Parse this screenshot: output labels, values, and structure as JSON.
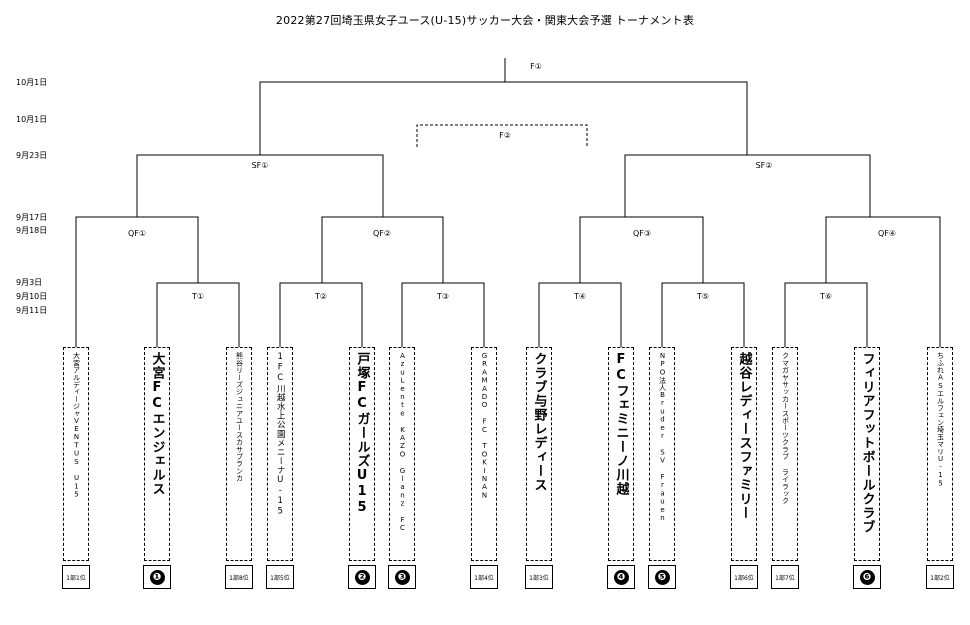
{
  "title": "2022第27回埼玉県女子ユース(U-15)サッカー大会・関東大会予選 トーナメント表",
  "dates": {
    "final": "10月1日",
    "third": "10月1日",
    "sf": "9月23日",
    "qf1": "9月17日",
    "qf2": "9月18日",
    "r1a": "9月3日",
    "r1b": "9月10日",
    "r1c": "9月11日"
  },
  "rounds": {
    "F": "F①",
    "F2": "F②",
    "SF1": "SF①",
    "SF2": "SF②",
    "QF1": "QF①",
    "QF2": "QF②",
    "QF3": "QF③",
    "QF4": "QF④",
    "T1": "T①",
    "T2": "T②",
    "T3": "T③",
    "T4": "T④",
    "T5": "T⑤",
    "T6": "T⑥"
  },
  "teams": [
    {
      "name": "大宮アルディージャVENTUS U15",
      "tag": "1部1位"
    },
    {
      "name": "大宮FCエンジェルス",
      "tag": "❶"
    },
    {
      "name": "熊谷リーズジュニアユースカサブランカ",
      "tag": "1部8位"
    },
    {
      "name": "1FC川越水上公園メニーナU-15",
      "tag": "1部5位"
    },
    {
      "name": "戸塚FCガールズU15",
      "tag": "❷"
    },
    {
      "name": "AzuLente KAZO Glanz FC",
      "tag": "❸"
    },
    {
      "name": "GRAMADO FC TOKINAN",
      "tag": "1部4位"
    },
    {
      "name": "クラブ与野レディース",
      "tag": "1部3位"
    },
    {
      "name": "FCフェミニーノ川越",
      "tag": "❹"
    },
    {
      "name": "NPO法人Bruder SV Frauen",
      "tag": "❺"
    },
    {
      "name": "越谷レディースファミリー",
      "tag": "1部6位"
    },
    {
      "name": "クマガヤサッカースポーツクラブ ライラック",
      "tag": "1部7位"
    },
    {
      "name": "フィリアフットボールクラブ",
      "tag": "❻"
    },
    {
      "name": "ちふれASエルフェン埼玉マリU-15",
      "tag": "1部2位"
    }
  ]
}
